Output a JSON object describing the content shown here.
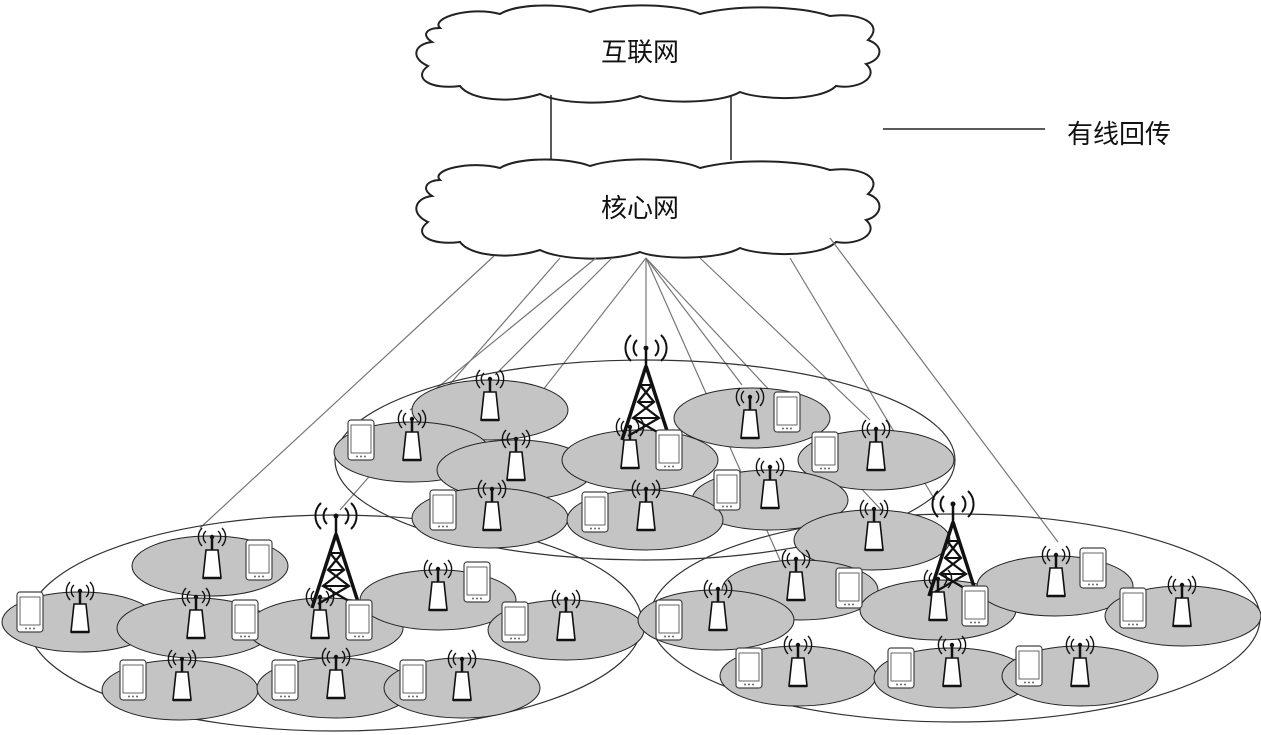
{
  "labels": {
    "internet": "互联网",
    "core_network": "核心网",
    "legend_wired_backhaul": "有线回传"
  },
  "icons": {
    "cloud": "cloud-icon",
    "macro_tower": "lattice-tower-icon",
    "small_cell_bs": "small-cell-antenna-icon",
    "user_device": "smartphone-icon"
  },
  "colors": {
    "small_cell_fill": "#c4c4c4",
    "line": "#222222",
    "backhaul_line": "#777777"
  }
}
